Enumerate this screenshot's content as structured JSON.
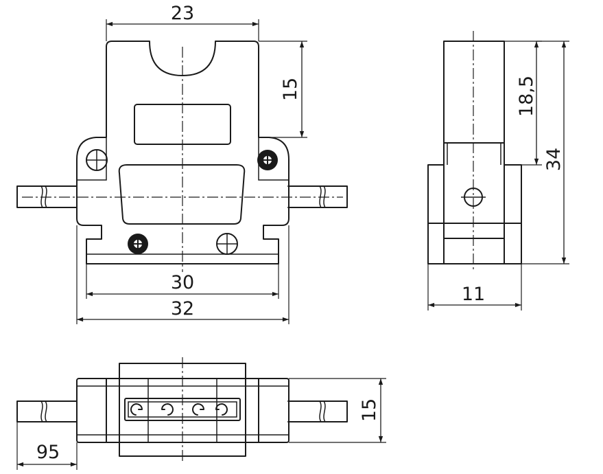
{
  "dimensions": {
    "front_top_width": "23",
    "front_upper_height": "15",
    "front_inner_width": "30",
    "front_outer_width": "32",
    "side_partial_height": "18,5",
    "side_total_height": "34",
    "side_depth": "11",
    "bottom_height": "15",
    "bottom_cable": "95"
  }
}
